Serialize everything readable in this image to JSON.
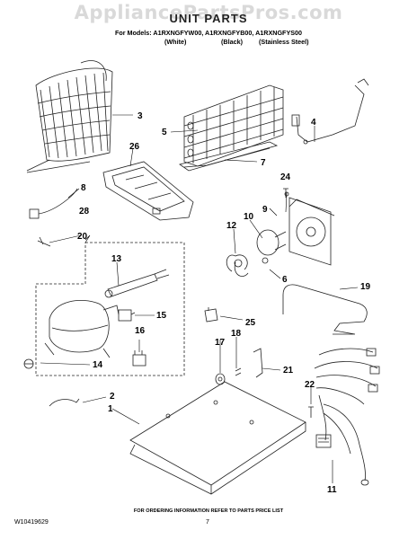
{
  "watermark": "AppliancePartsPros.com",
  "header": {
    "title": "UNIT PARTS",
    "models_line": "For Models: A1RXNGFYW00, A1RXNGFYB00, A1RXNGFYS00",
    "variants": [
      "(White)",
      "(Black)",
      "(Stainless Steel)"
    ]
  },
  "callouts": [
    "1",
    "2",
    "3",
    "4",
    "5",
    "6",
    "7",
    "8",
    "9",
    "10",
    "11",
    "12",
    "13",
    "14",
    "15",
    "16",
    "17",
    "18",
    "19",
    "20",
    "21",
    "22",
    "24",
    "25",
    "26",
    "28"
  ],
  "footer": {
    "note": "FOR ORDERING INFORMATION REFER TO PARTS PRICE LIST",
    "doc_id": "W10419629",
    "page_number": "7"
  }
}
